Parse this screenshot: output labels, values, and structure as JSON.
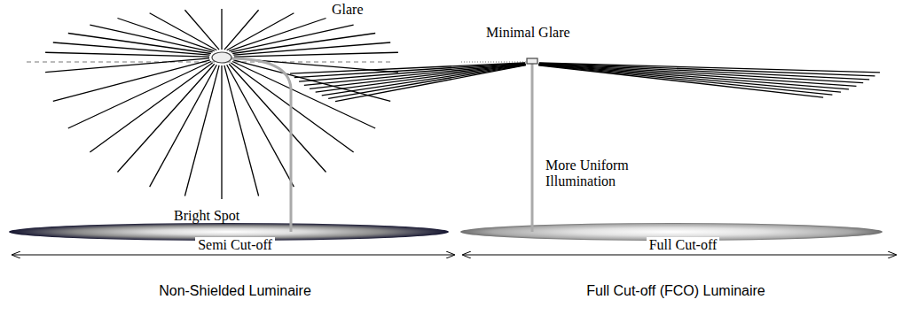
{
  "diagram": {
    "labels": [
      "Glare",
      "Minimal Glare",
      "Bright Spot",
      "More Uniform Illumination",
      "Semi Cut-off",
      "Full Cut-off",
      "Non-Shielded Luminaire",
      "Full Cut-off (FCO) Luminaire"
    ]
  }
}
